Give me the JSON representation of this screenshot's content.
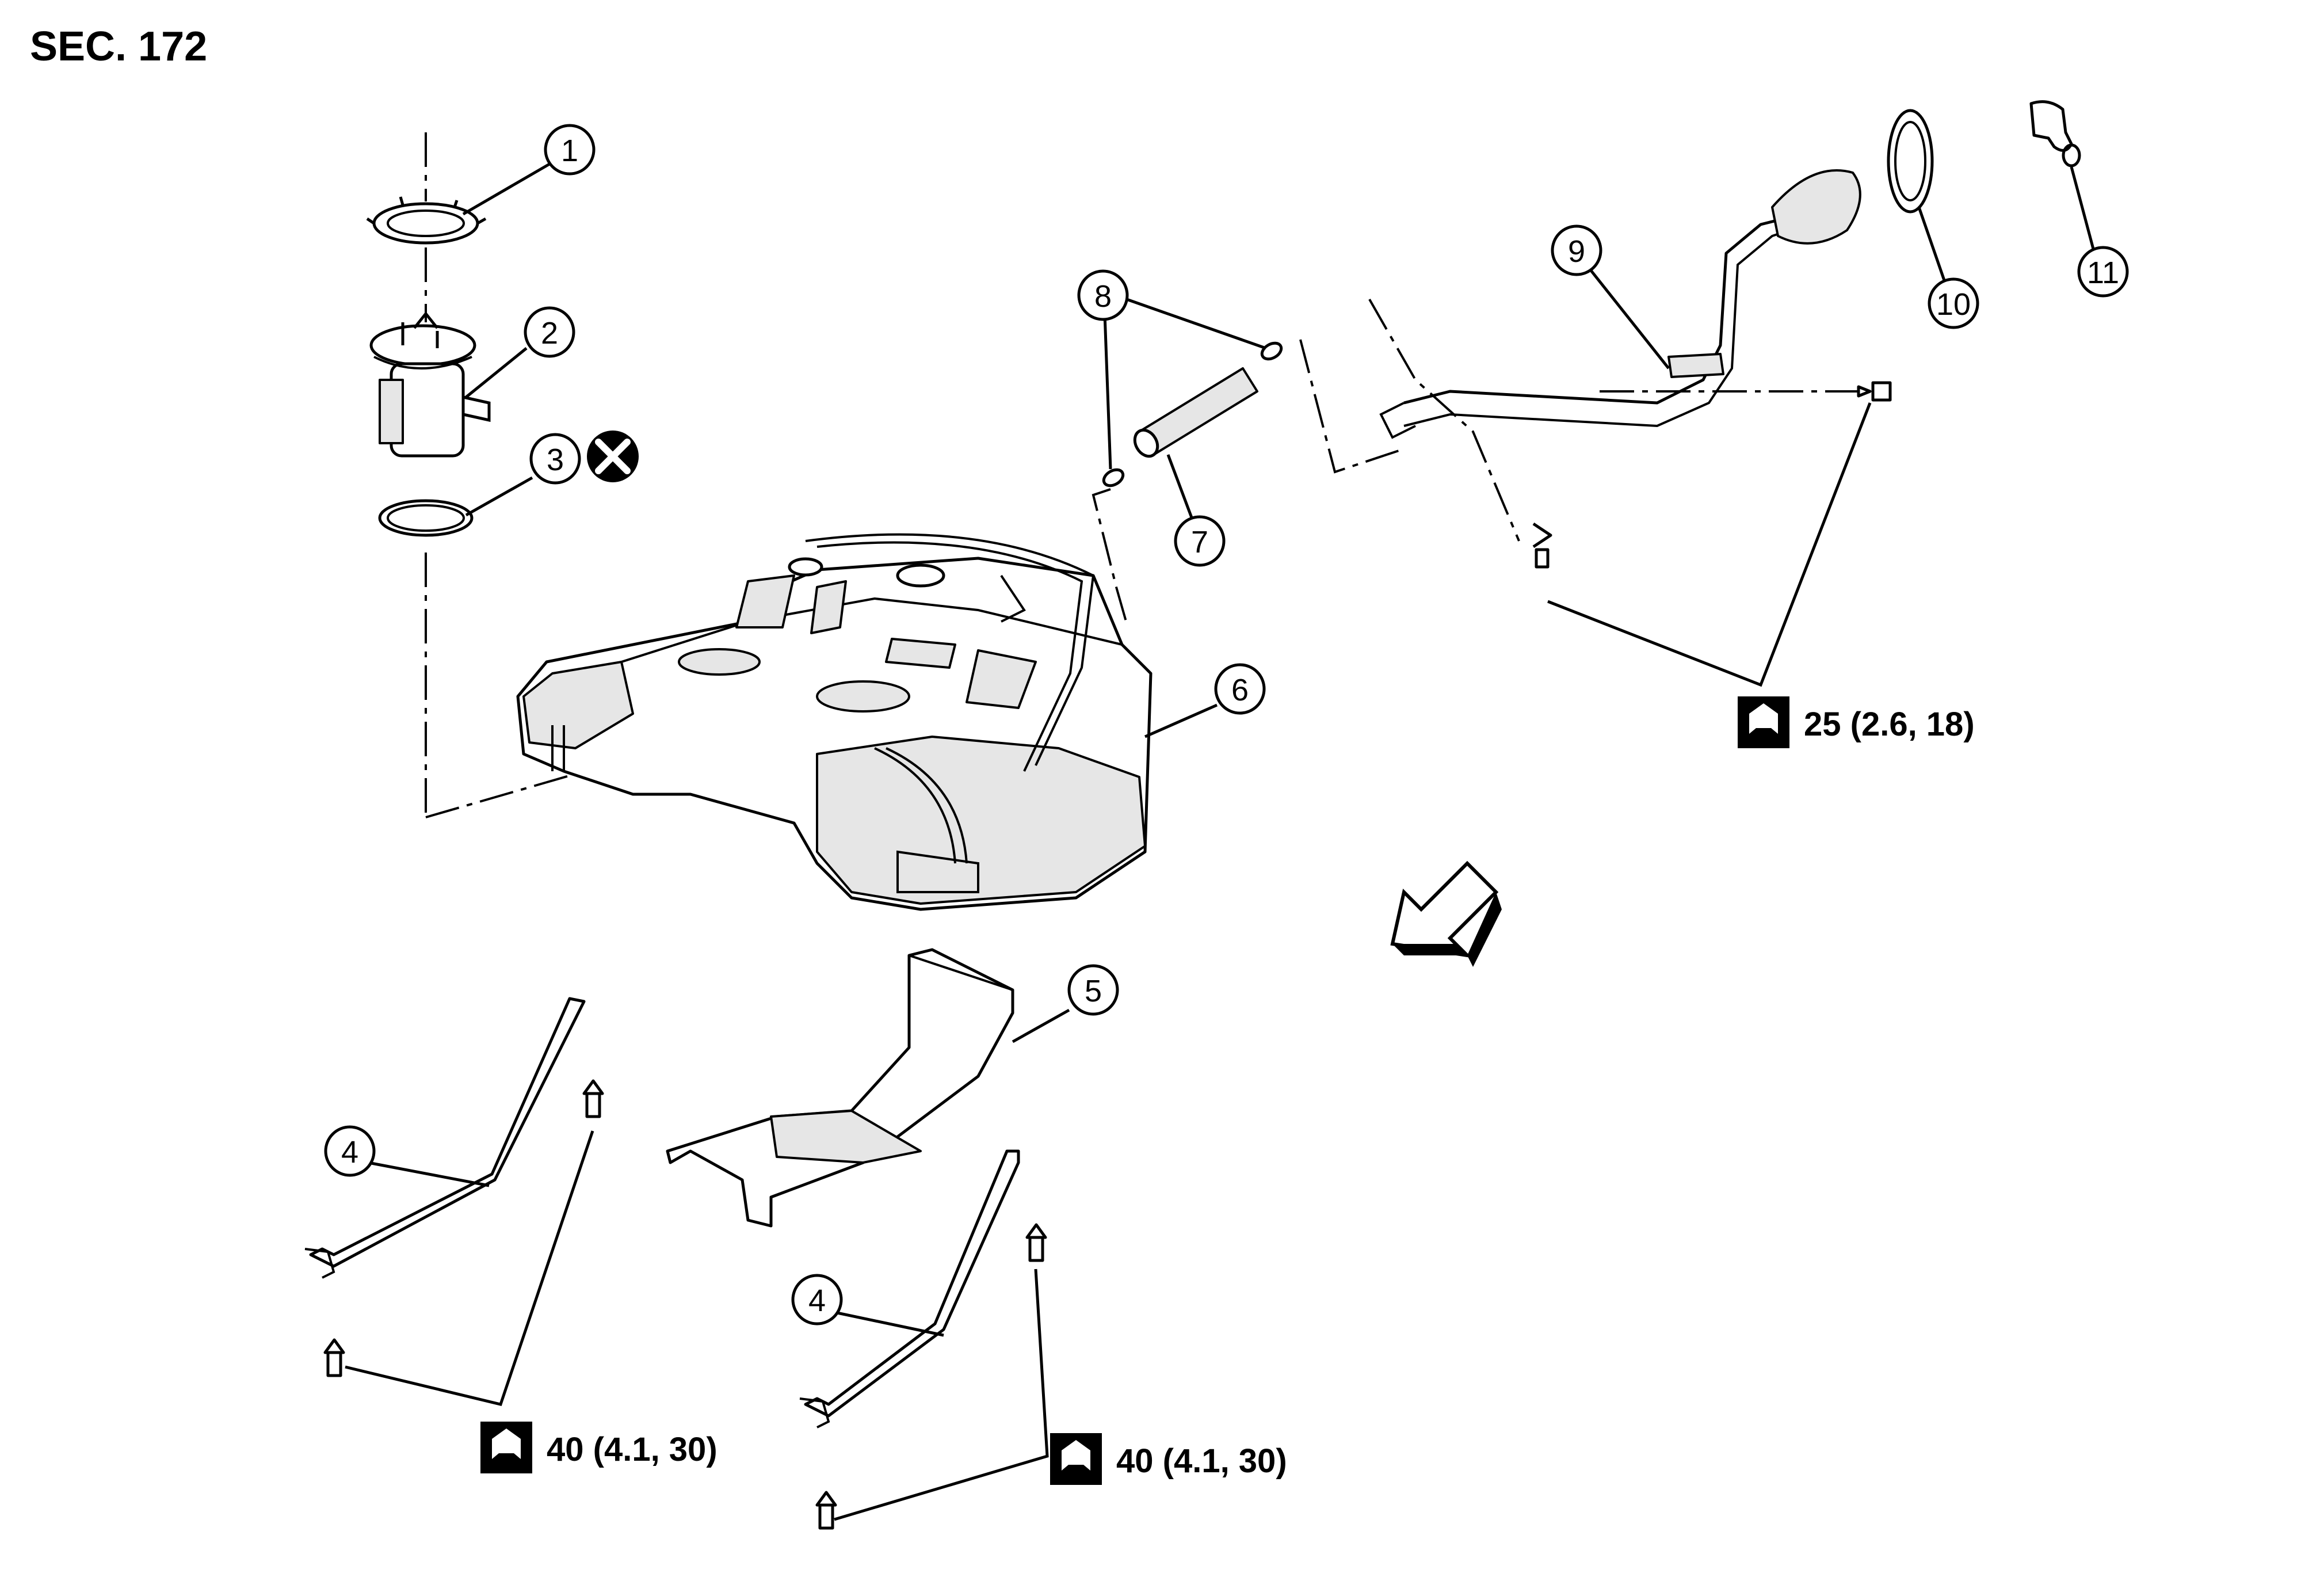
{
  "section_label": "SEC. 172",
  "callouts": [
    "1",
    "2",
    "3",
    "4",
    "5",
    "6",
    "7",
    "8",
    "9",
    "10",
    "11",
    "4"
  ],
  "torque_specs": {
    "filler_tube": "25 (2.6, 18)",
    "left_strap": "40 (4.1, 30)",
    "right_strap": "40 (4.1, 30)"
  },
  "icons": {
    "torque": "torque-wrench-icon",
    "do_not_reuse": "do-not-reuse-icon",
    "front_arrow": "front-direction-arrow-icon"
  }
}
